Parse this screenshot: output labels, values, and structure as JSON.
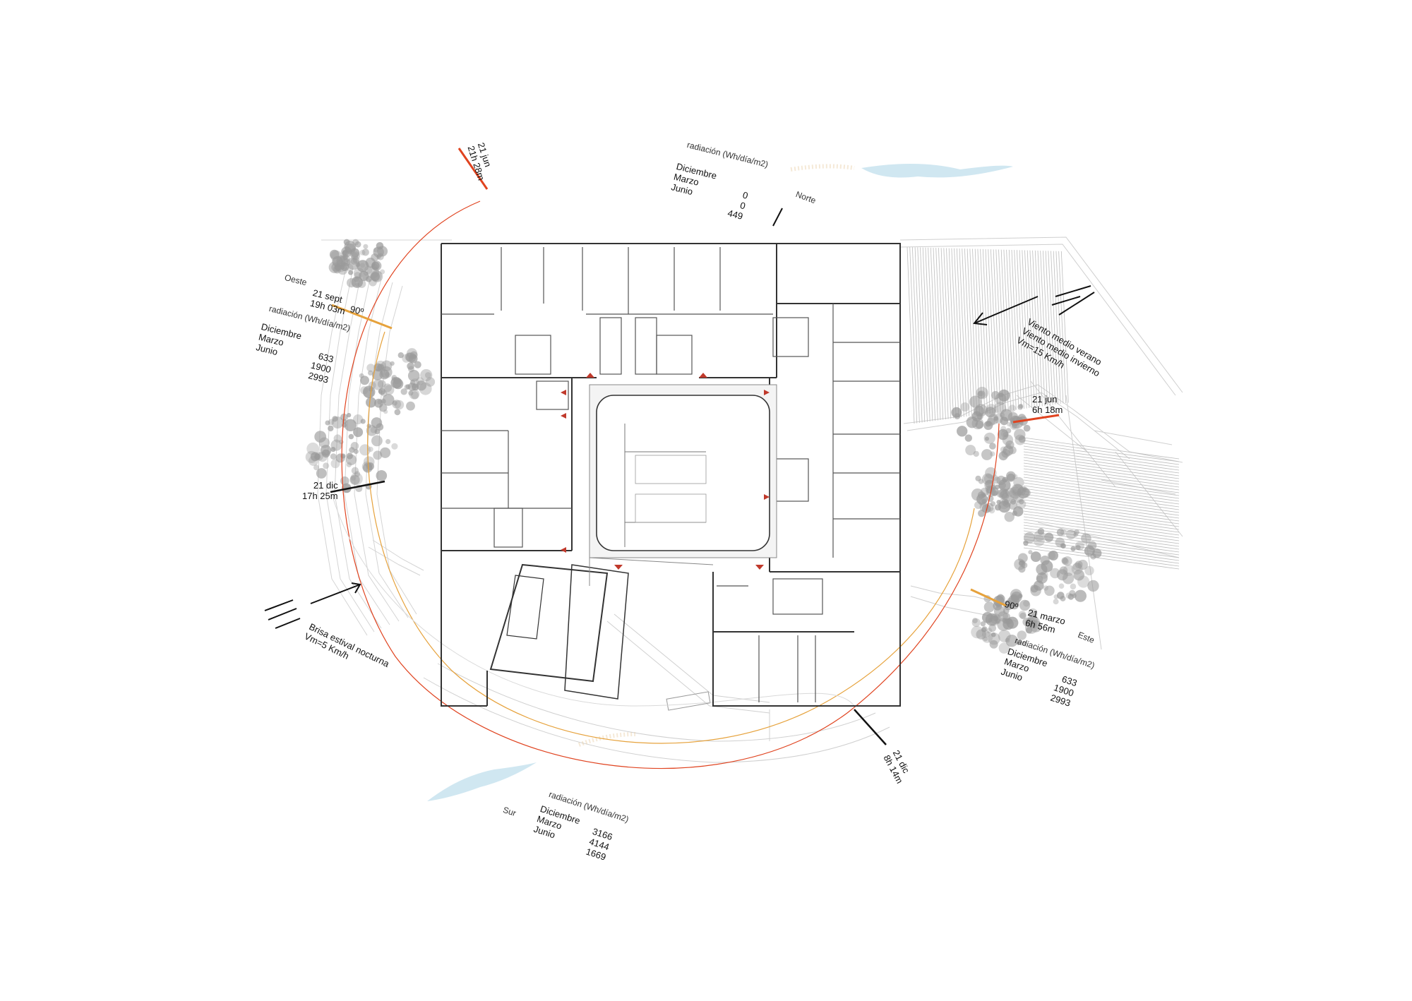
{
  "colors": {
    "ink": "#111111",
    "wall": "#333333",
    "tree": "#9a9a9a",
    "terrain": "#cfcfcf",
    "sun_june": "#e0431f",
    "sun_equinox": "#e6a23c",
    "sun_winter": "#111111",
    "water": "#a9d3e6"
  },
  "orientation": {
    "north": "Norte",
    "west": "Oeste",
    "east": "Este",
    "south": "Sur"
  },
  "sun_labels": {
    "jun_sunset": [
      "21 jun",
      "21h 28m"
    ],
    "sept_sunset": [
      "21 sept",
      "19h 03m"
    ],
    "sept_angle": "90º",
    "dec_sunset": [
      "21 dic",
      "17h 25m"
    ],
    "jun_sunrise": [
      "21 jun",
      "6h 18m"
    ],
    "march_sunrise": [
      "21 marzo",
      "6h 56m"
    ],
    "march_angle": "90º",
    "dec_sunrise": [
      "21 dic",
      "8h 14m"
    ]
  },
  "radiation": {
    "heading": "radiación (Wh/día/m2)",
    "months": [
      "Diciembre",
      "Marzo",
      "Junio"
    ],
    "north_values": [
      "0",
      "0",
      "449"
    ],
    "west_values": [
      "633",
      "1900",
      "2993"
    ],
    "east_values": [
      "633",
      "1900",
      "2993"
    ],
    "south_values": [
      "3166",
      "4144",
      "1669"
    ]
  },
  "wind": {
    "east_lines": [
      "Viento medio verano",
      "Viento medio invierno",
      "Vm=15 Km/h"
    ],
    "west_lines": [
      "Brisa estival nocturna",
      "Vm=5 Km/h"
    ]
  }
}
